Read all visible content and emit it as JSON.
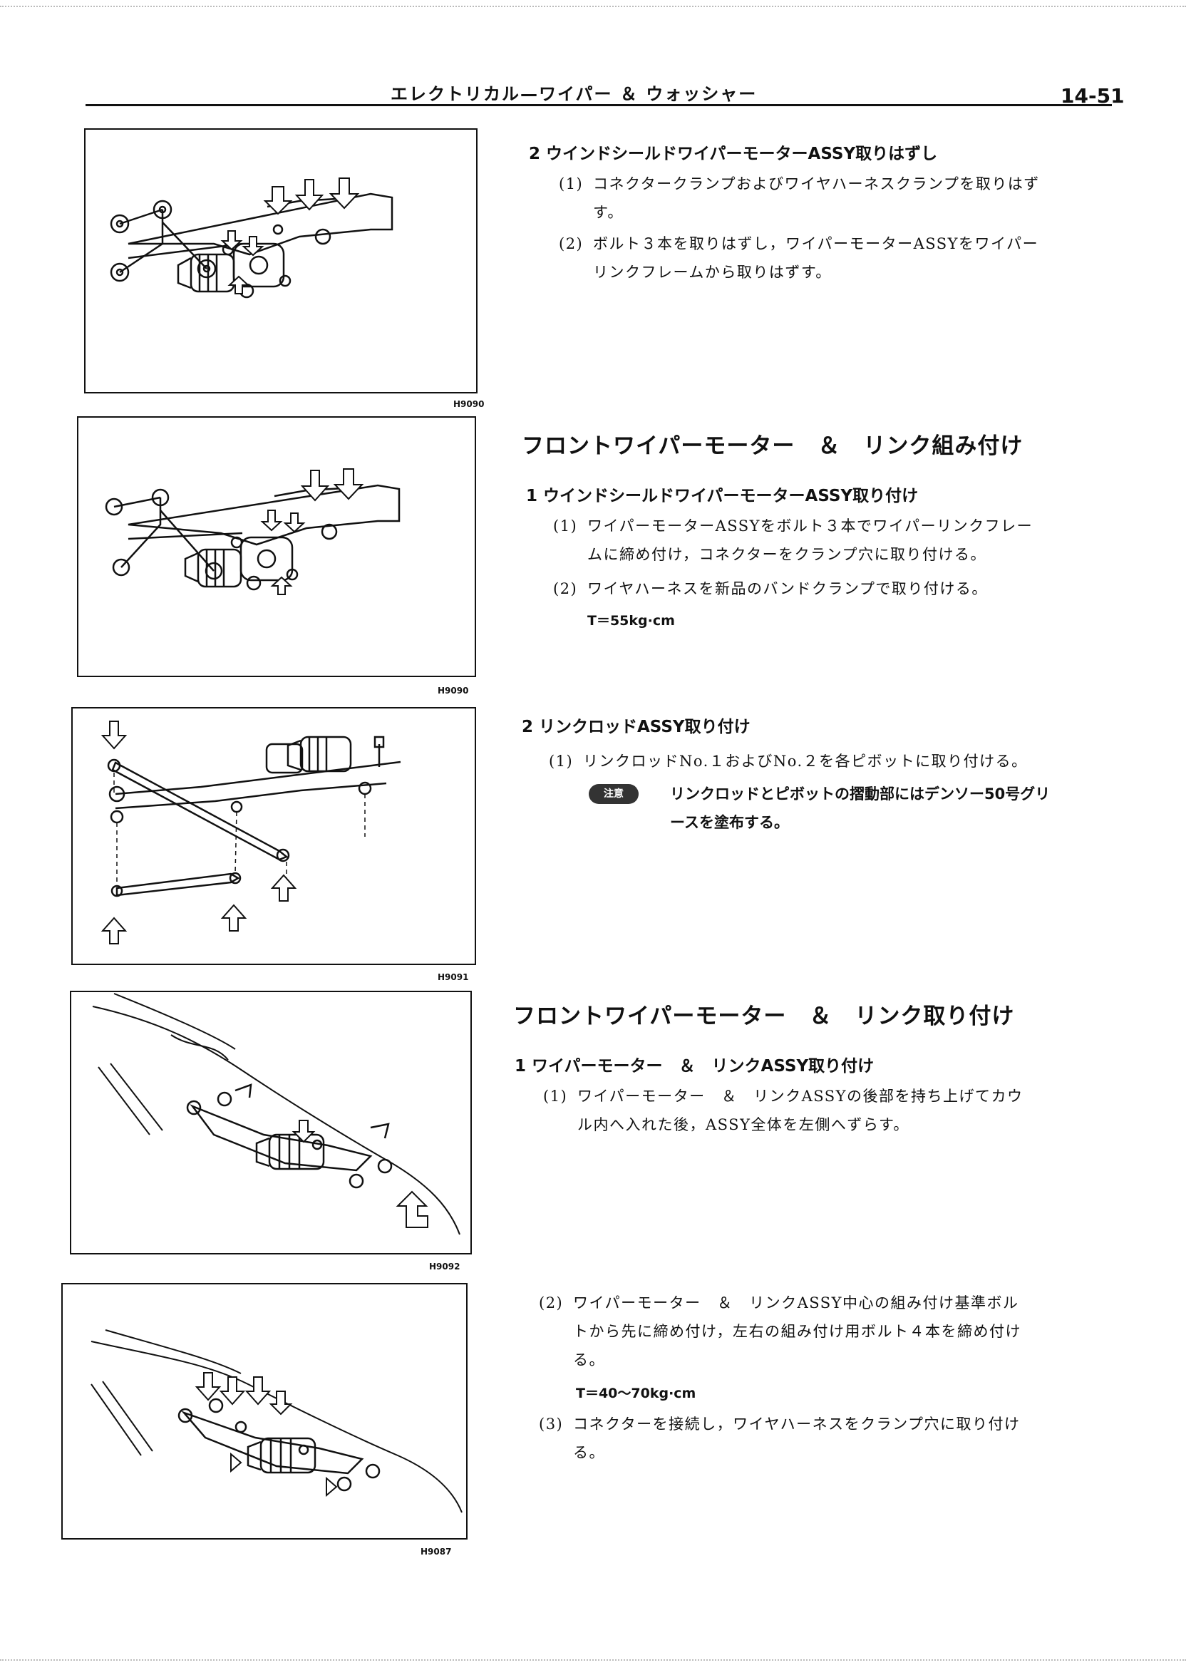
{
  "header": {
    "title": "エレクトリカル—ワイパー ＆ ウォッシャー",
    "page_number": "14-51"
  },
  "figures": {
    "fig1_code": "H9090",
    "fig2_code": "H9090",
    "fig3_code": "H9091",
    "fig4_code": "H9092",
    "fig5_code": "H9087"
  },
  "block1": {
    "step": "2  ウインドシールドワイパーモーターASSY取りはずし",
    "items": [
      {
        "num": "(1)",
        "lines": [
          "コネクタークランプおよびワイヤハーネスクランプを取りはず",
          "す。"
        ]
      },
      {
        "num": "(2)",
        "lines": [
          "ボルト３本を取りはずし，ワイパーモーターASSYをワイパー",
          "リンクフレームから取りはずす。"
        ]
      }
    ]
  },
  "block2": {
    "section": "フロントワイパーモーター　＆　リンク組み付け",
    "step": "1  ウインドシールドワイパーモーターASSY取り付け",
    "items": [
      {
        "num": "(1)",
        "lines": [
          "ワイパーモーターASSYをボルト３本でワイパーリンクフレー",
          "ムに締め付け，コネクターをクランプ穴に取り付ける。"
        ]
      },
      {
        "num": "(2)",
        "lines": [
          "ワイヤハーネスを新品のバンドクランプで取り付ける。"
        ]
      }
    ],
    "torque": "T＝55kg·cm"
  },
  "block3": {
    "step": "2  リンクロッドASSY取り付け",
    "items": [
      {
        "num": "(1)",
        "lines": [
          "リンクロッドNo.１およびNo.２を各ピボットに取り付ける。"
        ]
      }
    ],
    "note_label": "注意",
    "note_lines": [
      "リンクロッドとピボットの摺動部にはデンソー50号グリ",
      "ースを塗布する。"
    ]
  },
  "block4": {
    "section": "フロントワイパーモーター　＆　リンク取り付け",
    "step": "1  ワイパーモーター　＆　リンクASSY取り付け",
    "items": [
      {
        "num": "(1)",
        "lines": [
          "ワイパーモーター　＆　リンクASSYの後部を持ち上げてカウ",
          "ル内へ入れた後，ASSY全体を左側へずらす。"
        ]
      }
    ]
  },
  "block5": {
    "items": [
      {
        "num": "(2)",
        "lines": [
          "ワイパーモーター　＆　リンクASSY中心の組み付け基準ボル",
          "トから先に締め付け，左右の組み付け用ボルト４本を締め付け",
          "る。"
        ]
      }
    ],
    "torque": "T＝40〜70kg·cm",
    "items2": [
      {
        "num": "(3)",
        "lines": [
          "コネクターを接続し，ワイヤハーネスをクランプ穴に取り付け",
          "る。"
        ]
      }
    ]
  }
}
